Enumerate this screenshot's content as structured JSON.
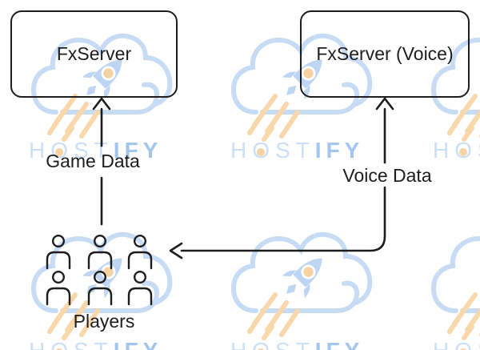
{
  "diagram": {
    "nodes": {
      "fxserver": {
        "label": "FxServer"
      },
      "fxserver_voice": {
        "label": "FxServer (Voice)"
      },
      "players": {
        "label": "Players",
        "person_count": 6
      }
    },
    "edges": {
      "game": {
        "label": "Game Data",
        "from": "Players",
        "to": "FxServer"
      },
      "voice": {
        "label": "Voice Data",
        "from": "Players",
        "to": "FxServer (Voice)",
        "bidirectional": true
      }
    },
    "colors": {
      "stroke": "#1d1d1d",
      "background": "#ffffff"
    }
  },
  "watermark": {
    "brand": "HOSTIFY",
    "l1": "H",
    "l2": "O",
    "l3": "ST",
    "l4": "IFY",
    "colors": {
      "letters_light": "#cbdff6",
      "letters_bold": "#a3c6ef",
      "cloud_blue": "#c7dcf4",
      "rocket_blue": "#bed6f3",
      "orange": "#f6d3a2"
    }
  }
}
